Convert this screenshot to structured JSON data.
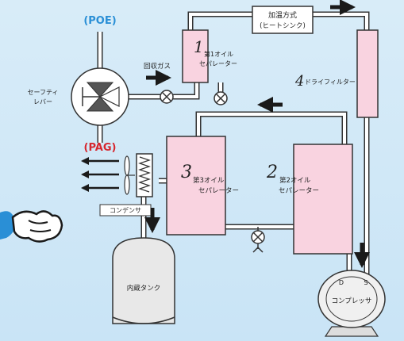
{
  "labels": {
    "poe": "(POE)",
    "pag": "(PAG)",
    "safety_lever_line1": "セーフティ",
    "safety_lever_line2": "レバー",
    "recovery_gas": "回収ガス",
    "heating_line1": "加温方式",
    "heating_line2": "(ヒートシンク)",
    "sep1_num": "1",
    "sep1_line1": "第1オイル",
    "sep1_line2": "セパレーター",
    "sep2_num": "2",
    "sep2_line1": "第2オイル",
    "sep2_line2": "セパレーター",
    "sep3_num": "3",
    "sep3_line1": "第3オイル",
    "sep3_line2": "セパレーター",
    "filter_num": "4",
    "filter_label": "ドライフィルター",
    "condenser": "コンデンサ",
    "tank": "内蔵タンク",
    "compressor": "コンプレッサ",
    "discharge": "D",
    "suction": "S"
  },
  "colors": {
    "pipe": "#ffffff",
    "pipe_outline": "#333333",
    "component_fill": "#f9d3e0",
    "tank_fill": "#e8e8e8",
    "compressor_fill": "#f0f0f0",
    "poe_text": "#2a8fd6",
    "pag_text": "#d6262e",
    "arrow": "#1a1a1a"
  }
}
